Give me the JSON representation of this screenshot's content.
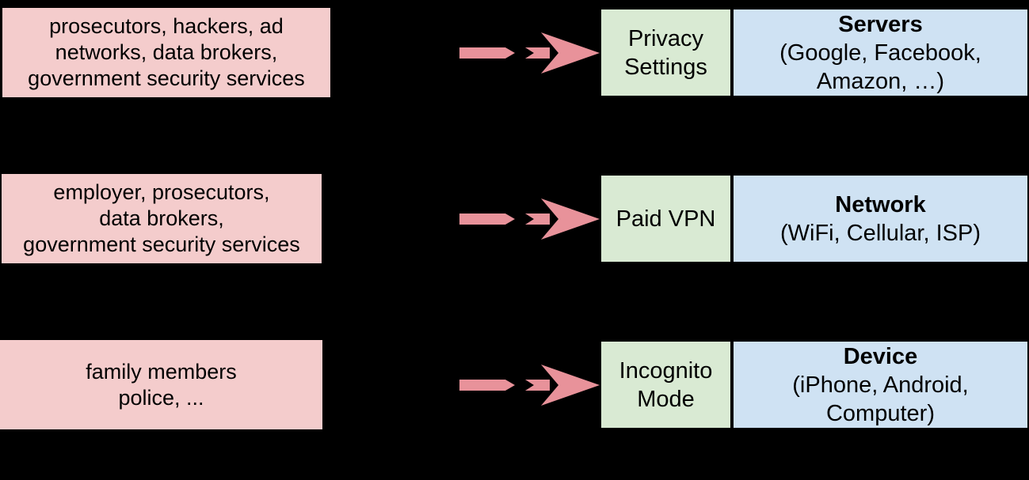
{
  "canvas": {
    "background": "#000000"
  },
  "colors": {
    "background": "#000000",
    "threat_box": "#f4cccc",
    "mitigation_box": "#d9ead3",
    "target_box": "#cfe2f3",
    "arrow": "#e8929a",
    "border": "#000000",
    "text": "#000000"
  },
  "icons": {
    "arrow": "dashed-right-arrow"
  },
  "rows": [
    {
      "threats": "prosecutors, hackers, ad\nnetworks, data brokers,\ngovernment security services",
      "mitigation": "Privacy\nSettings",
      "target_title": "Servers",
      "target_detail": "(Google, Facebook,\nAmazon, …)"
    },
    {
      "threats": "employer, prosecutors,\ndata brokers,\ngovernment security services",
      "mitigation": "Paid VPN",
      "target_title": "Network",
      "target_detail": "(WiFi, Cellular, ISP)"
    },
    {
      "threats": "family members\npolice, ...",
      "mitigation": "Incognito\nMode",
      "target_title": "Device",
      "target_detail": "(iPhone, Android,\nComputer)"
    }
  ]
}
